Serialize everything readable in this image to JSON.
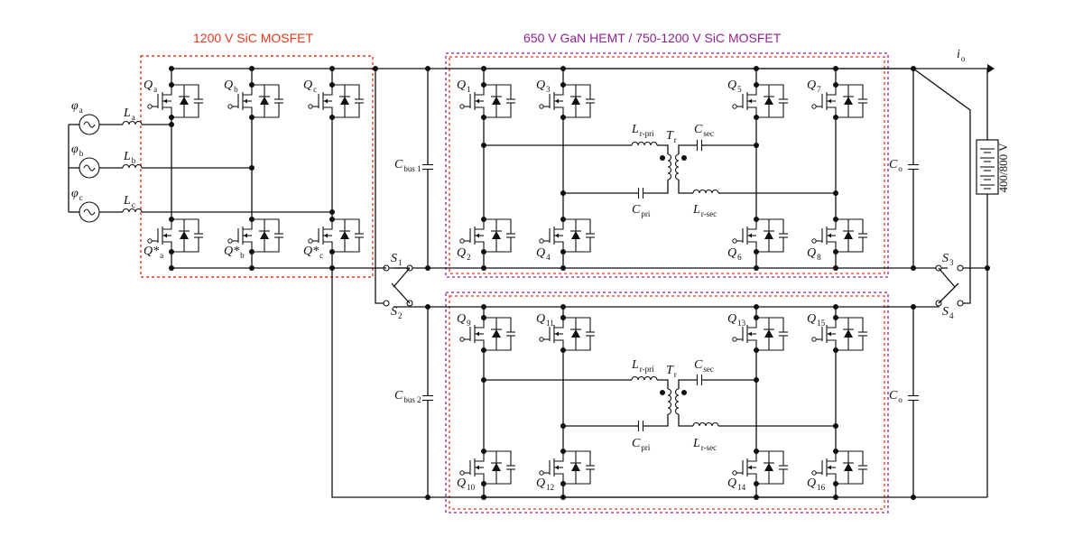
{
  "headers": {
    "left": "1200 V SiC MOSFET",
    "right": "650 V GaN HEMT / 750-1200 V SiC MOSFET"
  },
  "colors": {
    "red_box": "#e8391d",
    "purple_box": "#8e2390",
    "wire": "#111111"
  },
  "battery_label": "400/800 V",
  "labels": {
    "phi_a": [
      "φ",
      "a"
    ],
    "phi_b": [
      "φ",
      "b"
    ],
    "phi_c": [
      "φ",
      "c"
    ],
    "La": [
      "L",
      "a"
    ],
    "Lb": [
      "L",
      "b"
    ],
    "Lc": [
      "L",
      "c"
    ],
    "Qa": [
      "Q",
      "a"
    ],
    "Qb": [
      "Q",
      "b"
    ],
    "Qc": [
      "Q",
      "c"
    ],
    "Qa_star": [
      "Q*",
      "a"
    ],
    "Qb_star": [
      "Q*",
      "b"
    ],
    "Qc_star": [
      "Q*",
      "c"
    ],
    "Cbus1": [
      "C",
      "bus 1"
    ],
    "Cbus2": [
      "C",
      "bus 2"
    ],
    "S1": [
      "S",
      "1"
    ],
    "S2": [
      "S",
      "2"
    ],
    "S3": [
      "S",
      "3"
    ],
    "S4": [
      "S",
      "4"
    ],
    "Q1": [
      "Q",
      "1"
    ],
    "Q2": [
      "Q",
      "2"
    ],
    "Q3": [
      "Q",
      "3"
    ],
    "Q4": [
      "Q",
      "4"
    ],
    "Q5": [
      "Q",
      "5"
    ],
    "Q6": [
      "Q",
      "6"
    ],
    "Q7": [
      "Q",
      "7"
    ],
    "Q8": [
      "Q",
      "8"
    ],
    "Q9": [
      "Q",
      "9"
    ],
    "Q10": [
      "Q",
      "10"
    ],
    "Q11": [
      "Q",
      "11"
    ],
    "Q12": [
      "Q",
      "12"
    ],
    "Q13": [
      "Q",
      "13"
    ],
    "Q14": [
      "Q",
      "14"
    ],
    "Q15": [
      "Q",
      "15"
    ],
    "Q16": [
      "Q",
      "16"
    ],
    "Lrpri_1": [
      "L",
      "r-pri"
    ],
    "Tr_1": [
      "T",
      "r"
    ],
    "Csec_1": [
      "C",
      "sec"
    ],
    "Cpri_1": [
      "C",
      "pri"
    ],
    "Lrsec_1": [
      "L",
      "r-sec"
    ],
    "Lrpri_2": [
      "L",
      "r-pri"
    ],
    "Tr_2": [
      "T",
      "r"
    ],
    "Csec_2": [
      "C",
      "sec"
    ],
    "Cpri_2": [
      "C",
      "pri"
    ],
    "Lrsec_2": [
      "L",
      "r-sec"
    ],
    "Co_1": [
      "C",
      "o"
    ],
    "Co_2": [
      "C",
      "o"
    ],
    "io": [
      "i",
      "o"
    ]
  }
}
